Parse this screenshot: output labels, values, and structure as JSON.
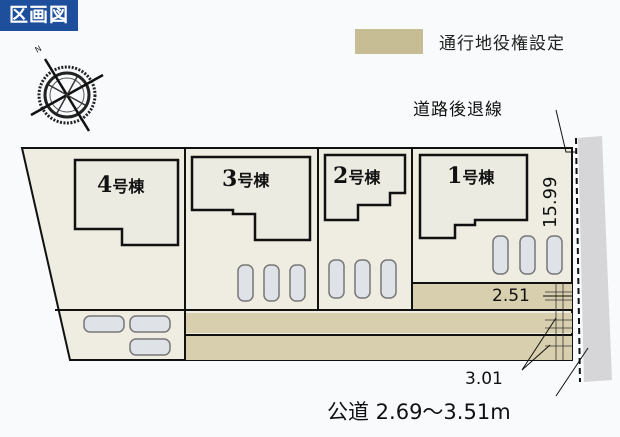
{
  "badge": {
    "title": "区画図"
  },
  "legend": {
    "label": "通行地役権設定",
    "swatch_color": "#c7bd95"
  },
  "road_setback_label": "道路後退線",
  "compass": {
    "north_label": "N"
  },
  "buildings": [
    {
      "number": "4",
      "suffix": "号棟"
    },
    {
      "number": "3",
      "suffix": "号棟"
    },
    {
      "number": "2",
      "suffix": "号棟"
    },
    {
      "number": "1",
      "suffix": "号棟"
    }
  ],
  "dimensions": {
    "right_depth": "15.99",
    "easement_upper": "2.51",
    "easement_lower": "3.01",
    "public_road": "公道 2.69～3.51m"
  },
  "colors": {
    "lot_fill": "#efece1",
    "easement_fill": "#d8cfae",
    "road_fill": "#d6d6d8",
    "line": "#111111"
  }
}
